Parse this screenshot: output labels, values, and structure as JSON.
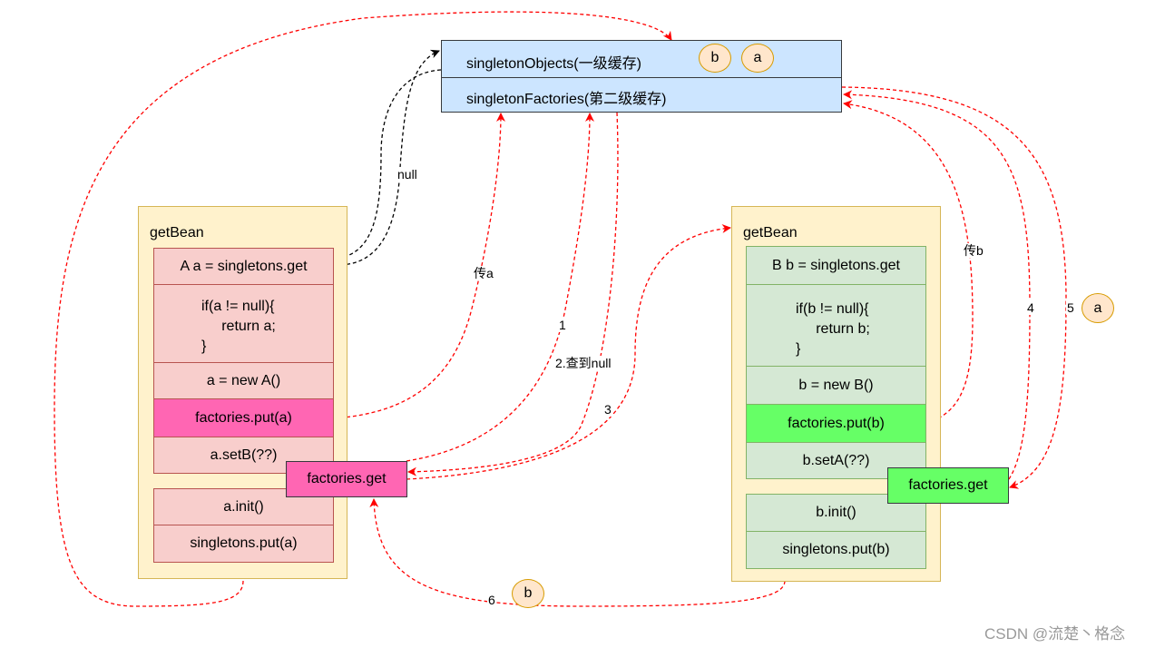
{
  "cache": {
    "singleton_objects": "singletonObjects(一级缓存)",
    "singleton_factories": "singletonFactories(第二级缓存)",
    "badge_b": "b",
    "badge_a": "a"
  },
  "bean_a": {
    "title": "getBean",
    "get_line": "A a = singletons.get",
    "null_check": "if(a != null){\n     return a;\n}",
    "create": "a = new A()",
    "factories_put": "factories.put(a)",
    "set_b": "a.setB(??)",
    "factories_get": "factories.get",
    "init": "a.init()",
    "singletons_put": "singletons.put(a)"
  },
  "bean_b": {
    "title": "getBean",
    "get_line": "B b = singletons.get",
    "null_check": "if(b != null){\n     return b;\n}",
    "create": "b = new B()",
    "factories_put": "factories.put(b)",
    "set_a": "b.setA(??)",
    "factories_get": "factories.get",
    "init": "b.init()",
    "singletons_put": "singletons.put(b)"
  },
  "edge_labels": {
    "null": "null",
    "pass_a": "传a",
    "pass_b": "传b",
    "step1": "1",
    "step2": "2.查到null",
    "step3": "3",
    "step4": "4",
    "step5": "5",
    "step6": "6",
    "badge_a": "a",
    "badge_b": "b"
  },
  "watermark": "CSDN @流楚丶格念",
  "colors": {
    "red_arrow": "#ff0000",
    "black_arrow": "#000000",
    "cache_fill": "#cce5ff",
    "container_fill": "#fff2cc",
    "bean_a_fill": "#f8cecc",
    "bean_a_highlight": "#ff66b3",
    "bean_b_fill": "#d5e8d4",
    "bean_b_highlight": "#66ff66"
  }
}
